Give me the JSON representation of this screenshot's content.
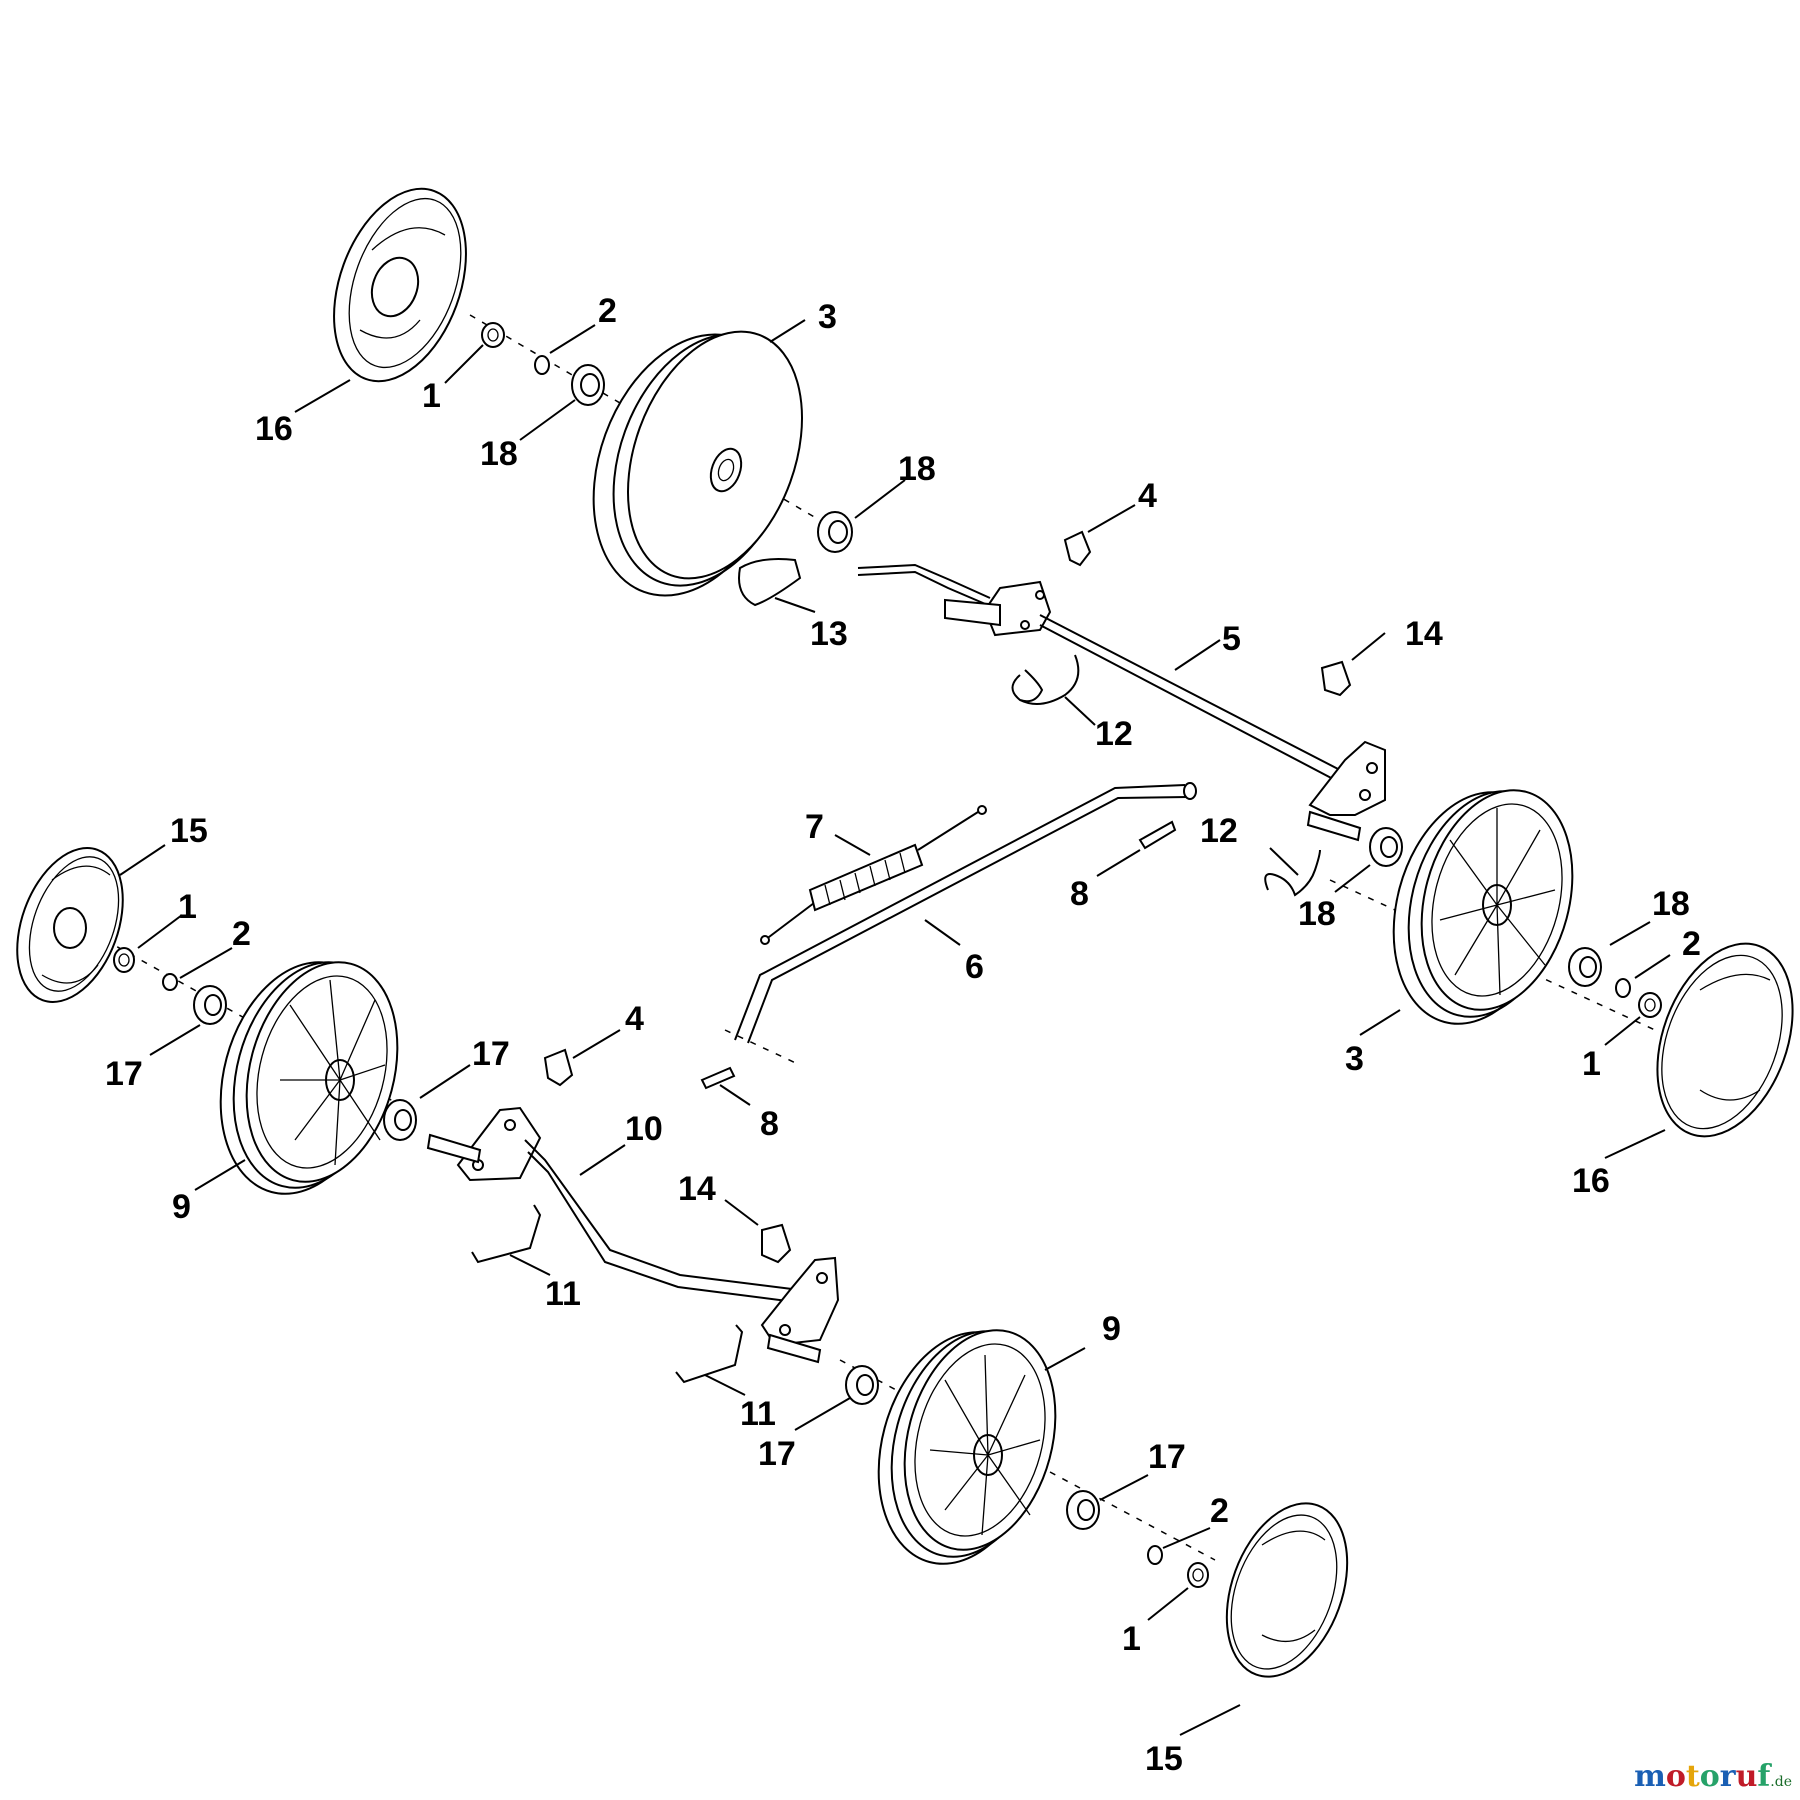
{
  "diagram": {
    "type": "exploded-parts-view",
    "callouts": [
      {
        "id": "c1",
        "label": "16"
      },
      {
        "id": "c2",
        "label": "1"
      },
      {
        "id": "c3",
        "label": "2"
      },
      {
        "id": "c4",
        "label": "18"
      },
      {
        "id": "c5",
        "label": "3"
      },
      {
        "id": "c6",
        "label": "18"
      },
      {
        "id": "c7",
        "label": "4"
      },
      {
        "id": "c8",
        "label": "13"
      },
      {
        "id": "c9",
        "label": "5"
      },
      {
        "id": "c10",
        "label": "12"
      },
      {
        "id": "c11",
        "label": "14"
      },
      {
        "id": "c12",
        "label": "7"
      },
      {
        "id": "c13",
        "label": "12"
      },
      {
        "id": "c14",
        "label": "8"
      },
      {
        "id": "c15",
        "label": "18"
      },
      {
        "id": "c16",
        "label": "6"
      },
      {
        "id": "c17",
        "label": "18"
      },
      {
        "id": "c18",
        "label": "2"
      },
      {
        "id": "c19",
        "label": "1"
      },
      {
        "id": "c20",
        "label": "3"
      },
      {
        "id": "c21",
        "label": "16"
      },
      {
        "id": "c22",
        "label": "15"
      },
      {
        "id": "c23",
        "label": "1"
      },
      {
        "id": "c24",
        "label": "2"
      },
      {
        "id": "c25",
        "label": "17"
      },
      {
        "id": "c26",
        "label": "17"
      },
      {
        "id": "c27",
        "label": "4"
      },
      {
        "id": "c28",
        "label": "8"
      },
      {
        "id": "c29",
        "label": "9"
      },
      {
        "id": "c30",
        "label": "10"
      },
      {
        "id": "c31",
        "label": "14"
      },
      {
        "id": "c32",
        "label": "11"
      },
      {
        "id": "c33",
        "label": "11"
      },
      {
        "id": "c34",
        "label": "9"
      },
      {
        "id": "c35",
        "label": "17"
      },
      {
        "id": "c36",
        "label": "17"
      },
      {
        "id": "c37",
        "label": "2"
      },
      {
        "id": "c38",
        "label": "1"
      },
      {
        "id": "c39",
        "label": "15"
      }
    ]
  },
  "watermark": {
    "text": "motoruf",
    "suffix": ".de"
  },
  "colors": {
    "line": "#000000",
    "background": "#ffffff",
    "watermark": [
      "#1a5fb4",
      "#c01c28",
      "#e5a50a",
      "#26a269",
      "#1a5fb4",
      "#c01c28",
      "#26a269"
    ]
  }
}
